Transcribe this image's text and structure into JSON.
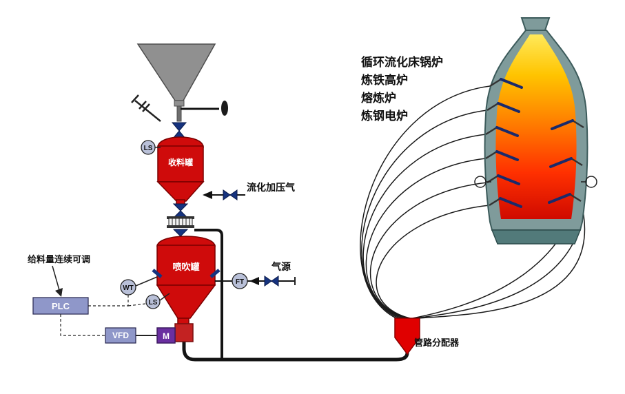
{
  "diagram": {
    "labels": {
      "feed_note": "给料量连续可调",
      "plc": "PLC",
      "vfd": "VFD",
      "motor": "M",
      "wt": "WT",
      "ls_top": "LS",
      "ls_bottom": "LS",
      "ft": "FT",
      "receiving_tank": "收料罐",
      "injection_tank": "喷吹罐",
      "fluidizing_gas": "流化加压气",
      "gas_source": "气源",
      "distributor": "管路分配器"
    },
    "applications": [
      "循环流化床锅炉",
      "炼铁高炉",
      "熔炼炉",
      "炼钢电炉"
    ],
    "colors": {
      "vessel_red": "#cf0b0b",
      "valve_blue": "#16337f",
      "motor_purple": "#6a2fa0",
      "controller_fill": "#8f97c9",
      "furnace_shell": "#7f9b9b",
      "furnace_hot_top": "#ffe95a",
      "furnace_hot_bottom": "#cf0a00",
      "funnel_gray": "#909090"
    }
  }
}
